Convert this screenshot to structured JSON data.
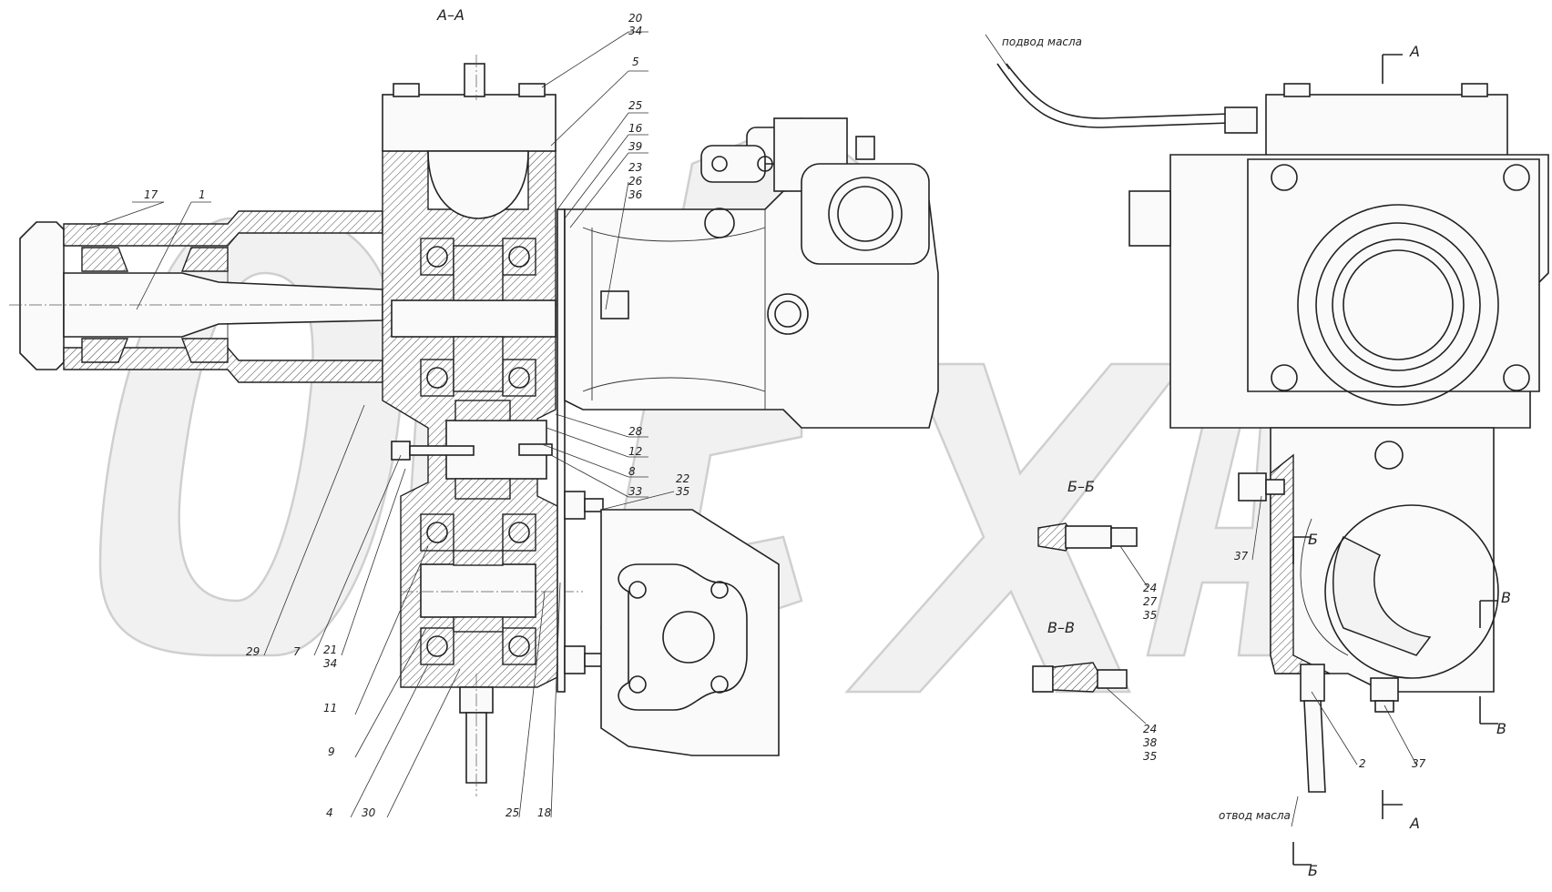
{
  "sections": {
    "aa_title": "А–А",
    "bb_title": "Б–Б",
    "vv_title": "В–В",
    "cut_a": "А",
    "cut_b": "Б",
    "cut_v": "В"
  },
  "notes": {
    "oil_in": "подвод масла",
    "oil_out": "отвод масла"
  },
  "callouts": {
    "c1": "1",
    "c17": "17",
    "c20": "20",
    "c34a": "34",
    "c5": "5",
    "c25a": "25",
    "c16": "16",
    "c39": "39",
    "c23": "23",
    "c26": "26",
    "c36": "36",
    "c28": "28",
    "c12": "12",
    "c8": "8",
    "c33": "33",
    "c22": "22",
    "c35a": "35",
    "c29": "29",
    "c7": "7",
    "c21": "21",
    "c34b": "34",
    "c11": "11",
    "c9": "9",
    "c4": "4",
    "c30": "30",
    "c25b": "25",
    "c18": "18",
    "c24a": "24",
    "c27": "27",
    "c35b": "35",
    "c24b": "24",
    "c38": "38",
    "c35c": "35",
    "c37a": "37",
    "c2": "2",
    "c37b": "37"
  },
  "colors": {
    "line": "#222222",
    "watermark": "#cfcfcf",
    "background": "#ffffff"
  }
}
